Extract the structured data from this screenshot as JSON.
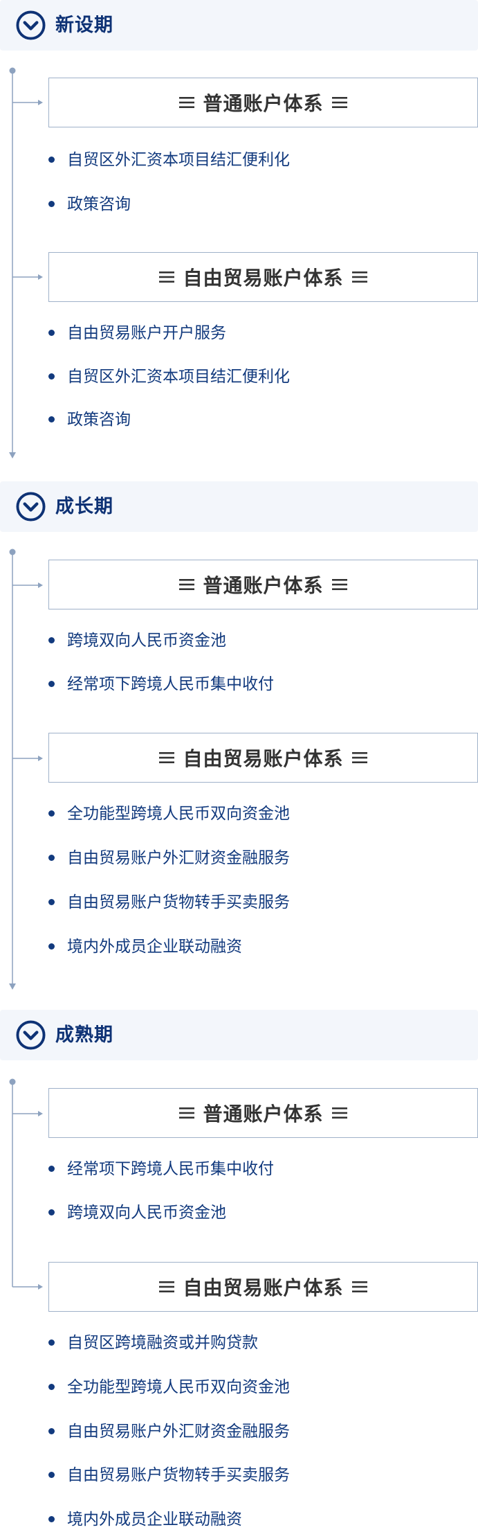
{
  "stages": [
    {
      "title": "新设期",
      "groups": [
        {
          "title": "普通账户体系",
          "items": [
            "自贸区外汇资本项目结汇便利化",
            "政策咨询"
          ]
        },
        {
          "title": "自由贸易账户体系",
          "items": [
            "自由贸易账户开户服务",
            "自贸区外汇资本项目结汇便利化",
            "政策咨询"
          ]
        }
      ]
    },
    {
      "title": "成长期",
      "groups": [
        {
          "title": "普通账户体系",
          "items": [
            "跨境双向人民币资金池",
            "经常项下跨境人民币集中收付"
          ]
        },
        {
          "title": "自由贸易账户体系",
          "items": [
            "全功能型跨境人民币双向资金池",
            "自由贸易账户外汇财资金融服务",
            "自由贸易账户货物转手买卖服务",
            "境内外成员企业联动融资"
          ]
        }
      ]
    },
    {
      "title": "成熟期",
      "groups": [
        {
          "title": "普通账户体系",
          "items": [
            "经常项下跨境人民币集中收付",
            "跨境双向人民币资金池"
          ]
        },
        {
          "title": "自由贸易账户体系",
          "items": [
            "自贸区跨境融资或并购贷款",
            "全功能型跨境人民币双向资金池",
            "自由贸易账户外汇财资金融服务",
            "自由贸易账户货物转手买卖服务",
            "境内外成员企业联动融资"
          ]
        }
      ]
    }
  ],
  "colors": {
    "navy": "#0e3275",
    "item_text": "#123a7e",
    "line": "#8da2bf",
    "header_bg": "#f3f6fb",
    "box_border": "#9fb1c9",
    "box_text": "#333333"
  },
  "icons": {
    "stage": "chevron-down-circle-icon",
    "box": "menu-lines-icon"
  }
}
